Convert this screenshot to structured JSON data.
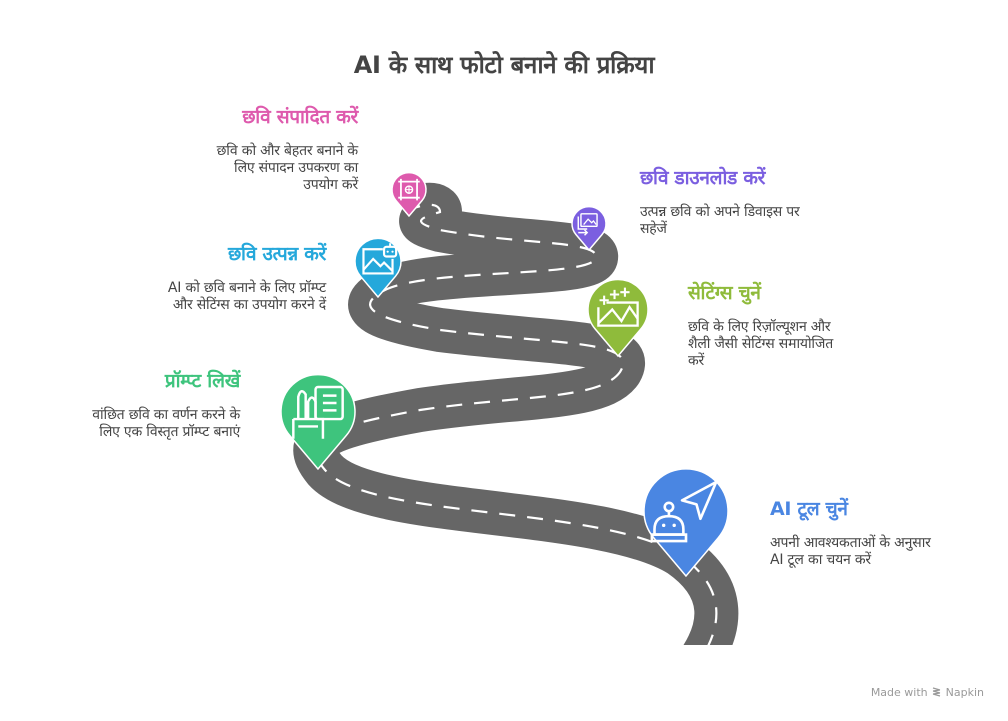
{
  "title": "AI के साथ फोटो बनाने की प्रक्रिया",
  "colors": {
    "road": "#666666",
    "road_marking": "#ffffff",
    "title_text": "#444444",
    "body_text": "#444444"
  },
  "steps": [
    {
      "id": "edit",
      "title": "छवि संपादित करें",
      "description_lines": [
        "छवि को और बेहतर बनाने के",
        "लिए संपादन उपकरण का",
        "उपयोग करें"
      ],
      "color": "#de5aad",
      "icon": "crop-frame-icon"
    },
    {
      "id": "download",
      "title": "छवि डाउनलोड करें",
      "description_lines": [
        "उत्पन्न छवि को अपने डिवाइस पर",
        "सहेजें"
      ],
      "color": "#7b5fe0",
      "icon": "image-export-icon"
    },
    {
      "id": "generate",
      "title": "छवि उत्पन्न करें",
      "description_lines": [
        "AI को छवि बनाने के लिए प्रॉम्प्ट",
        "और सेटिंग्स का उपयोग करने दें"
      ],
      "color": "#25a8db",
      "icon": "ai-image-icon"
    },
    {
      "id": "settings",
      "title": "सेटिंग्स चुनें",
      "description_lines": [
        "छवि के लिए रिज़ॉल्यूशन और",
        "शैली जैसी सेटिंग्स समायोजित",
        "करें"
      ],
      "color": "#8fbb3b",
      "icon": "sparkle-image-icon"
    },
    {
      "id": "prompt",
      "title": "प्रॉम्प्ट लिखें",
      "description_lines": [
        "वांछित छवि का वर्णन करने के",
        "लिए एक विस्तृत प्रॉम्प्ट बनाएं"
      ],
      "color": "#3ec47d",
      "icon": "prompt-document-icon"
    },
    {
      "id": "tool",
      "title": "AI टूल चुनें",
      "description_lines": [
        "अपनी आवश्यकताओं के अनुसार",
        "AI टूल का चयन करें"
      ],
      "color": "#4a86e2",
      "icon": "robot-cursor-icon"
    }
  ],
  "footer": {
    "made_with": "Made with",
    "brand": "Napkin"
  }
}
